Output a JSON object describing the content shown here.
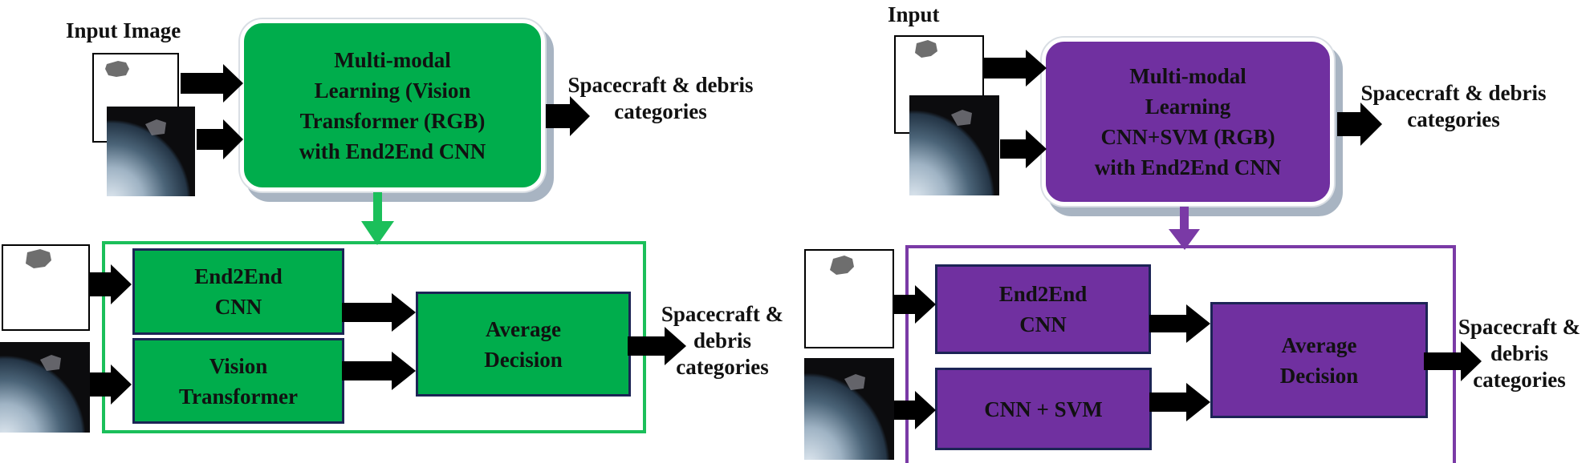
{
  "colors": {
    "green": "#00ad4c",
    "green_frame": "#1bbf5a",
    "purple": "#7030a0",
    "purple_frame": "#7a3aa6",
    "inner_border": "#1c2455",
    "arrow": "#000000"
  },
  "left_panel": {
    "input_label": "Input Image",
    "main_box": [
      "Multi-modal",
      "Learning (Vision",
      "Transformer (RGB)",
      "with End2End CNN"
    ],
    "top_output": [
      "Spacecraft & debris",
      "categories"
    ],
    "end2end": [
      "End2End",
      "CNN"
    ],
    "second_model": [
      "Vision",
      "Transformer"
    ],
    "average": [
      "Average",
      "Decision"
    ],
    "bottom_output": [
      "Spacecraft &",
      "debris",
      "categories"
    ]
  },
  "right_panel": {
    "input_label": "Input",
    "main_box": [
      "Multi-modal",
      "Learning",
      "CNN+SVM (RGB)",
      "with End2End CNN"
    ],
    "top_output": [
      "Spacecraft & debris",
      "categories"
    ],
    "end2end": [
      "End2End",
      "CNN"
    ],
    "second_model": [
      "CNN + SVM"
    ],
    "average": [
      "Average",
      "Decision"
    ],
    "bottom_output": [
      "Spacecraft &",
      "debris",
      "categories"
    ]
  },
  "icons": [
    "block-arrow-icon",
    "debris-silhouette-icon",
    "earth-space-image-icon"
  ]
}
